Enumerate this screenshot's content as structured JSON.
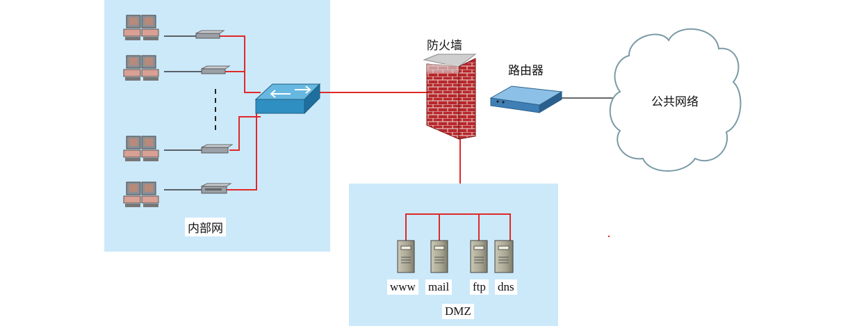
{
  "labels": {
    "firewall": "防火墙",
    "router": "路由器",
    "internet": "公共网络",
    "lan": "内部网",
    "dmz": "DMZ",
    "servers": [
      "www",
      "mail",
      "ftp",
      "dns"
    ]
  },
  "colors": {
    "zone_fill": "#cce9fa",
    "link_red": "#e02828",
    "link_black": "#333333",
    "firewall_brick": "#b8272b",
    "switch_blue": "#3399cc",
    "router_blue": "#6fa8d8",
    "cloud_fill": "#ffffff",
    "cloud_edge": "#7a9aa6"
  },
  "icons": [
    "workstation-pair-icon",
    "hub-icon",
    "switch-icon",
    "firewall-icon",
    "router-icon",
    "cloud-icon",
    "server-icon"
  ]
}
